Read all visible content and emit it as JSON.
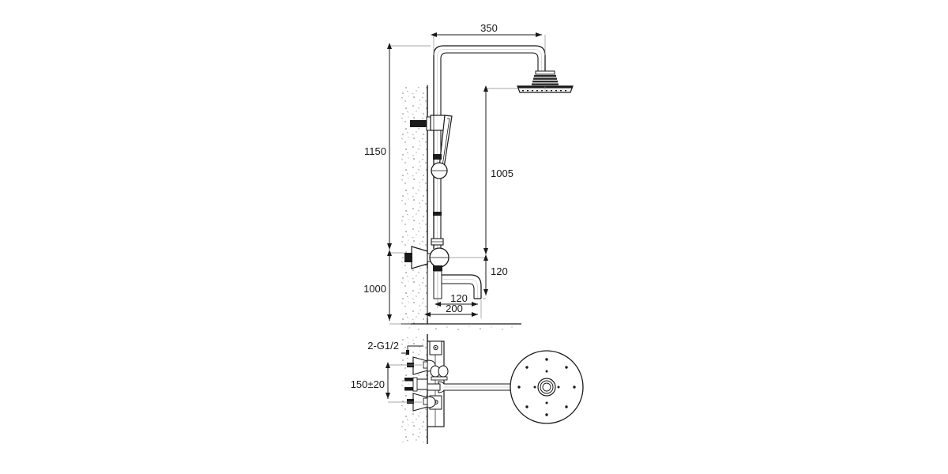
{
  "drawing": {
    "title": "Shower column technical drawing",
    "units": "mm",
    "line_color": "#1a1a1a",
    "wall_hatch_color": "#8a8a8a",
    "background": "#ffffff"
  },
  "dimensions": {
    "spout_reach_total": "350",
    "riser_height": "1150",
    "head_height": "1005",
    "valve_height": "1000",
    "spout_drop": "120",
    "spout_reach": "120",
    "wall_offset": "200",
    "inlet_spacing": "150±20",
    "inlet_thread": "2-G1/2"
  },
  "labels": {
    "d350": "350",
    "d1150": "1150",
    "d1005": "1005",
    "d1000": "1000",
    "d120v": "120",
    "d120h": "120",
    "d200": "200",
    "d150": "150±20",
    "dthread": "2-G1/2"
  },
  "components": [
    {
      "name": "overhead-shower-head",
      "shape": "flat-disc"
    },
    {
      "name": "riser-gooseneck-tube",
      "shape": "double-line-bend"
    },
    {
      "name": "hand-shower",
      "shape": "cone"
    },
    {
      "name": "hand-shower-holder",
      "shape": "bracket"
    },
    {
      "name": "slide-rail",
      "shape": "vertical-tube"
    },
    {
      "name": "mixer-valve-body",
      "shape": "round"
    },
    {
      "name": "bath-spout",
      "shape": "curved-outlet"
    },
    {
      "name": "wall",
      "shape": "hatched-section"
    },
    {
      "name": "floor-line",
      "shape": "hatched-ground"
    },
    {
      "name": "detail-valve-assembly",
      "shape": "plan-section"
    },
    {
      "name": "detail-shower-face-plate",
      "shape": "circle-with-nozzles"
    }
  ]
}
